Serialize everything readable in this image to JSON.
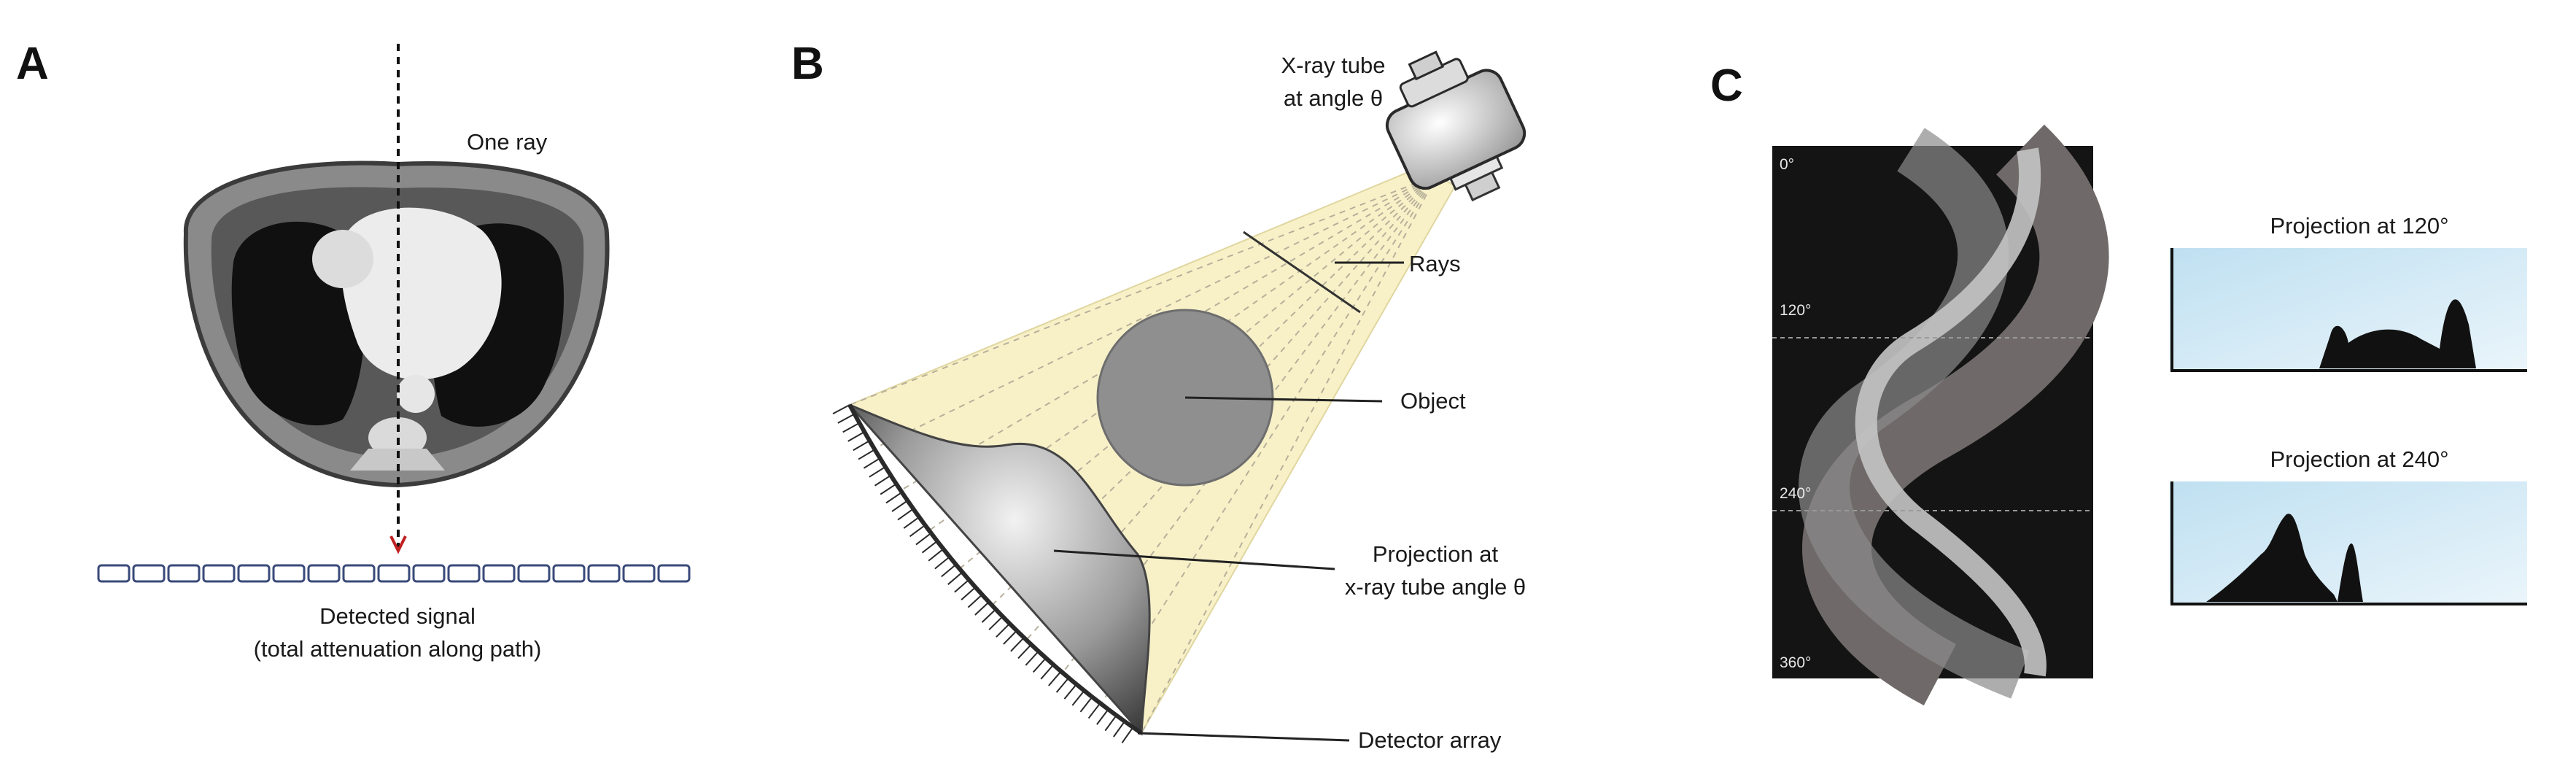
{
  "panels": {
    "a": {
      "letter": "A",
      "ray_label": "One ray",
      "signal_label_1": "Detected signal",
      "signal_label_2": "(total attenuation along path)",
      "detector_cells": 17
    },
    "b": {
      "letter": "B",
      "tube_label_1": "X-ray tube",
      "tube_label_2": "at angle θ",
      "rays_label": "Rays",
      "object_label": "Object",
      "projection_label_1": "Projection at",
      "projection_label_2": "x-ray tube angle θ",
      "detector_label": "Detector array"
    },
    "c": {
      "letter": "C",
      "sinogram_ticks": [
        "0°",
        "120°",
        "240°",
        "360°"
      ],
      "projections": [
        {
          "title": "Projection at 120°"
        },
        {
          "title": "Projection at 240°"
        }
      ]
    }
  },
  "colors": {
    "beam": "#f8f1c8",
    "sky": "#cfe8f4",
    "dark": "#141414"
  }
}
